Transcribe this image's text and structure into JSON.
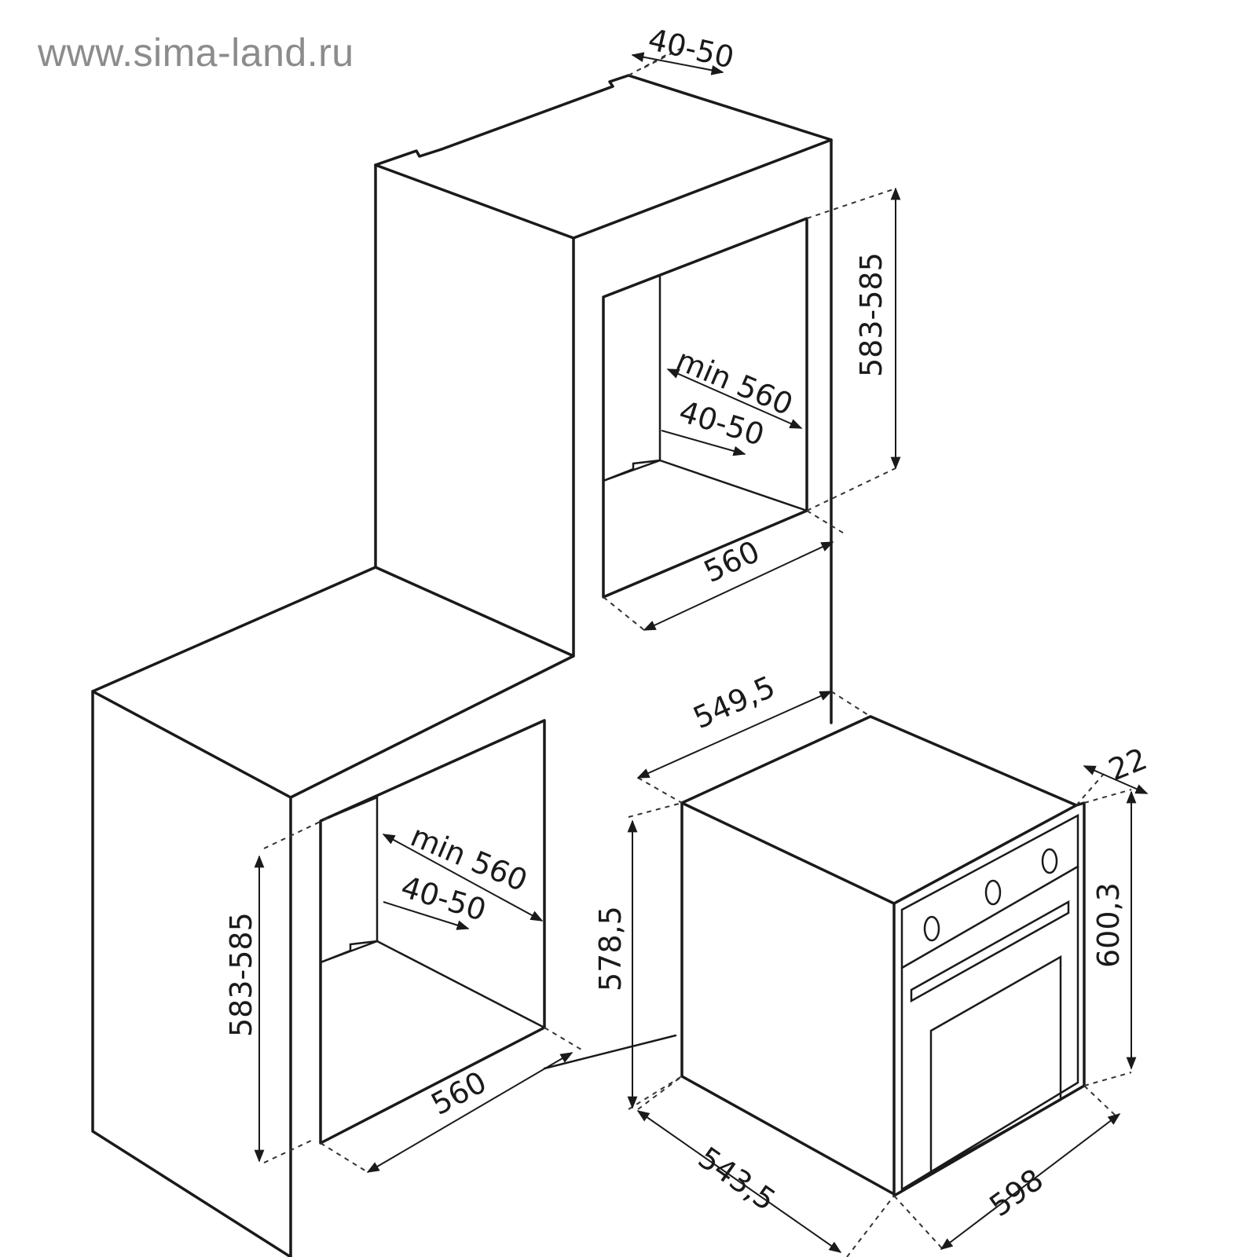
{
  "watermark": "www.sima-land.ru",
  "labels": {
    "top_cabinet_depth_gap": "40-50",
    "upper_height": "583-585",
    "upper_min_depth": "min 560",
    "upper_rear_gap": "40-50",
    "upper_width": "560",
    "lower_height": "583-585",
    "lower_min_depth": "min 560",
    "lower_rear_gap": "40-50",
    "lower_width": "560",
    "oven_depth_top": "549,5",
    "oven_body_height": "578,5",
    "oven_body_depth": "543,5",
    "oven_total_height": "600,3",
    "oven_front_thickness": "22",
    "oven_width": "598"
  }
}
